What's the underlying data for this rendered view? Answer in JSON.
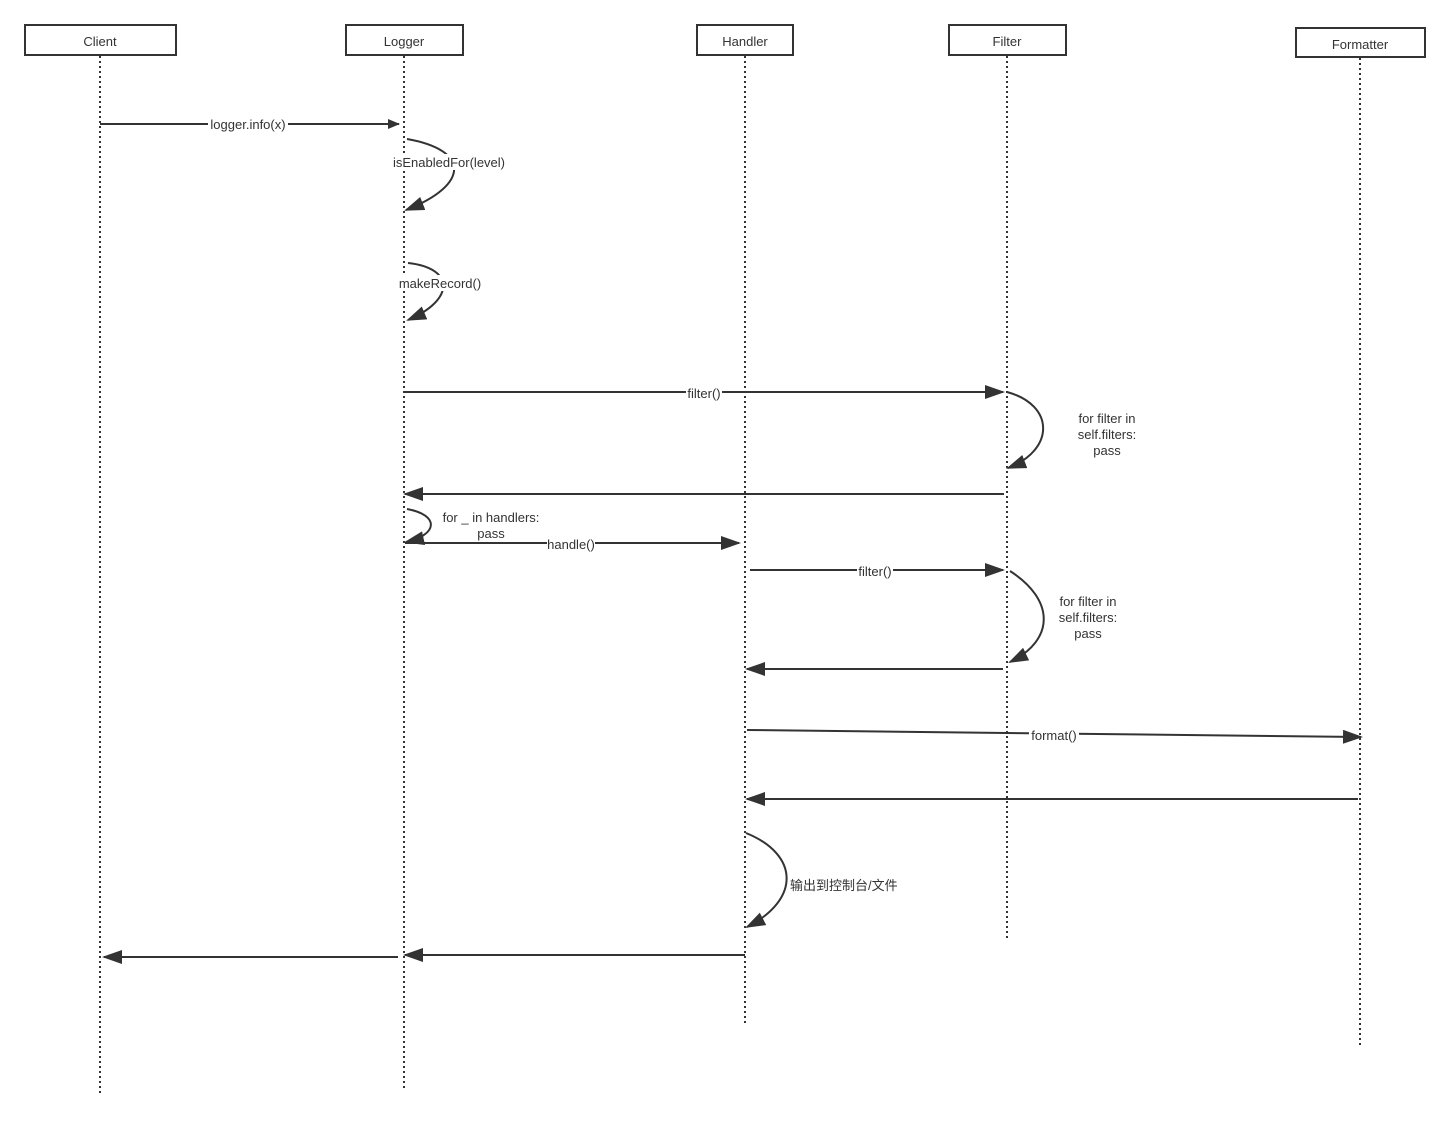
{
  "participants": [
    "Client",
    "Logger",
    "Handler",
    "Filter",
    "Formatter"
  ],
  "messages": {
    "m1": "logger.info(x)",
    "m2": "isEnabledFor(level)",
    "m3": "makeRecord()",
    "m4": "filter()",
    "m5": [
      "for filter in",
      "self.filters:",
      "pass"
    ],
    "m7": [
      "for _ in handlers:",
      "pass"
    ],
    "m8": "handle()",
    "m9": "filter()",
    "m10": [
      "for filter in",
      "self.filters:",
      "pass"
    ],
    "m12": "format()",
    "m14": "输出到控制台/文件"
  }
}
